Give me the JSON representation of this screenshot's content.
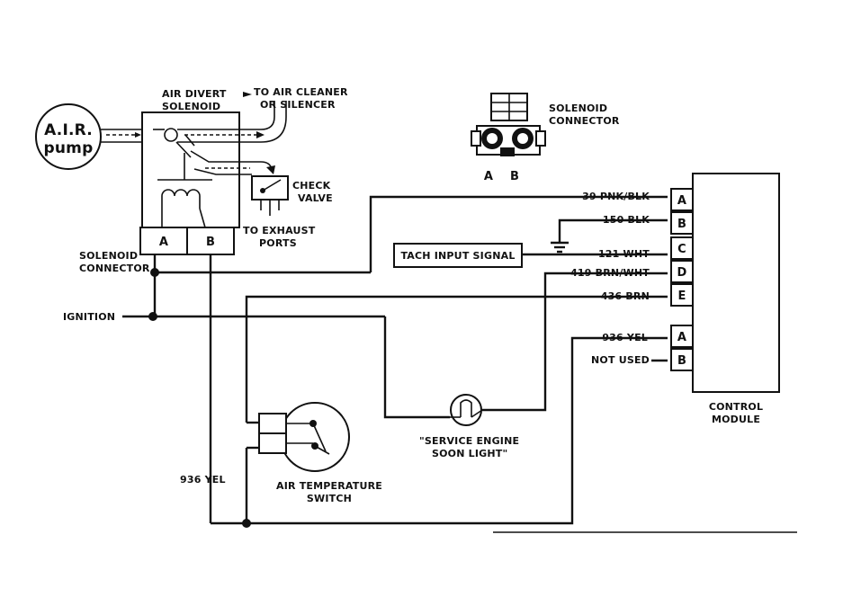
{
  "air_pump": {
    "line1": "A.I.R.",
    "line2": "pump"
  },
  "solenoid": {
    "title1": "AIR DIVERT",
    "title2": "SOLENOID",
    "to_air_cleaner1": "TO AIR CLEANER",
    "to_air_cleaner2": "OR SILENCER",
    "check_valve1": "CHECK",
    "check_valve2": "VALVE",
    "to_exhaust1": "TO EXHAUST",
    "to_exhaust2": "PORTS",
    "connector_label1": "SOLENOID",
    "connector_label2": "CONNECTOR",
    "pin_a": "A",
    "pin_b": "B"
  },
  "solenoid_connector_inset": {
    "label1": "SOLENOID",
    "label2": "CONNECTOR",
    "pin_a": "A",
    "pin_b": "B"
  },
  "ignition_label": "IGNITION",
  "tach_input": "TACH INPUT SIGNAL",
  "wires": {
    "pnk_blk": "39 PNK/BLK",
    "blk": "150 BLK",
    "wht": "121 WHT",
    "brn_wht": "419 BRN/WHT",
    "brn": "436 BRN",
    "yel_right": "936 YEL",
    "not_used": "NOT USED",
    "yel_left": "936 YEL"
  },
  "module": {
    "upper_pins": [
      "A",
      "B",
      "C",
      "D",
      "E"
    ],
    "lower_pins": [
      "A",
      "B"
    ],
    "label1": "CONTROL",
    "label2": "MODULE"
  },
  "service_light": {
    "line1": "\"SERVICE ENGINE",
    "line2": "SOON LIGHT\""
  },
  "air_temp_switch": {
    "line1": "AIR TEMPERATURE",
    "line2": "SWITCH"
  }
}
